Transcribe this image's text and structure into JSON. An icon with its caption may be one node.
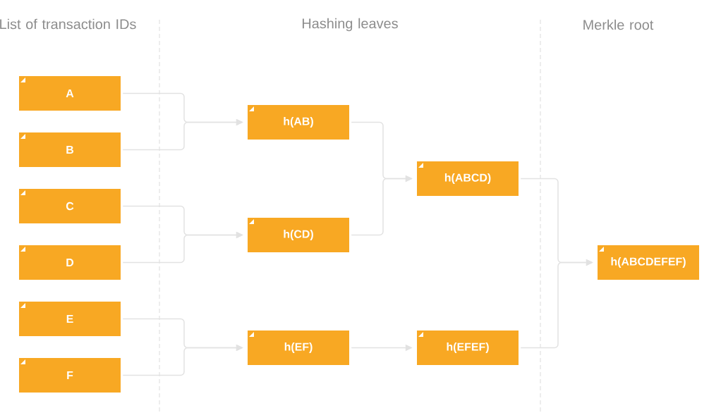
{
  "diagram": {
    "nodes": [
      {
        "text": [
          "A"
        ]
      },
      {
        "text": [
          "B"
        ]
      },
      {
        "text": [
          "C"
        ]
      },
      {
        "text": [
          "D"
        ]
      },
      {
        "text": [
          "E"
        ]
      },
      {
        "text": [
          "F"
        ]
      },
      {
        "text": [
          "h(AB)"
        ]
      },
      {
        "text": [
          "h(CD)"
        ]
      },
      {
        "text": [
          "h(EF)"
        ]
      },
      {
        "text": [
          "h(ABCD)"
        ]
      },
      {
        "text": [
          "h(EFEF)"
        ]
      },
      {
        "text": [
          "h(ABCDEFEF)"
        ]
      }
    ],
    "edges": [
      {
        "from": 0,
        "to": 6,
        "arrow": "to"
      },
      {
        "from": 1,
        "to": 6,
        "arrow": "to"
      },
      {
        "from": 2,
        "to": 7,
        "arrow": "to"
      },
      {
        "from": 3,
        "to": 7,
        "arrow": "to"
      },
      {
        "from": 4,
        "to": 8,
        "arrow": "to"
      },
      {
        "from": 5,
        "to": 8,
        "arrow": "to"
      },
      {
        "from": 6,
        "to": 9,
        "arrow": "to"
      },
      {
        "from": 7,
        "to": 9,
        "arrow": "to"
      },
      {
        "from": 8,
        "to": 10,
        "arrow": "to"
      },
      {
        "from": 9,
        "to": 11,
        "arrow": "to"
      },
      {
        "from": 10,
        "to": 11,
        "arrow": "to"
      }
    ],
    "labels": [
      "List of transaction IDs",
      "Hashing leaves",
      "Merkle root"
    ]
  }
}
